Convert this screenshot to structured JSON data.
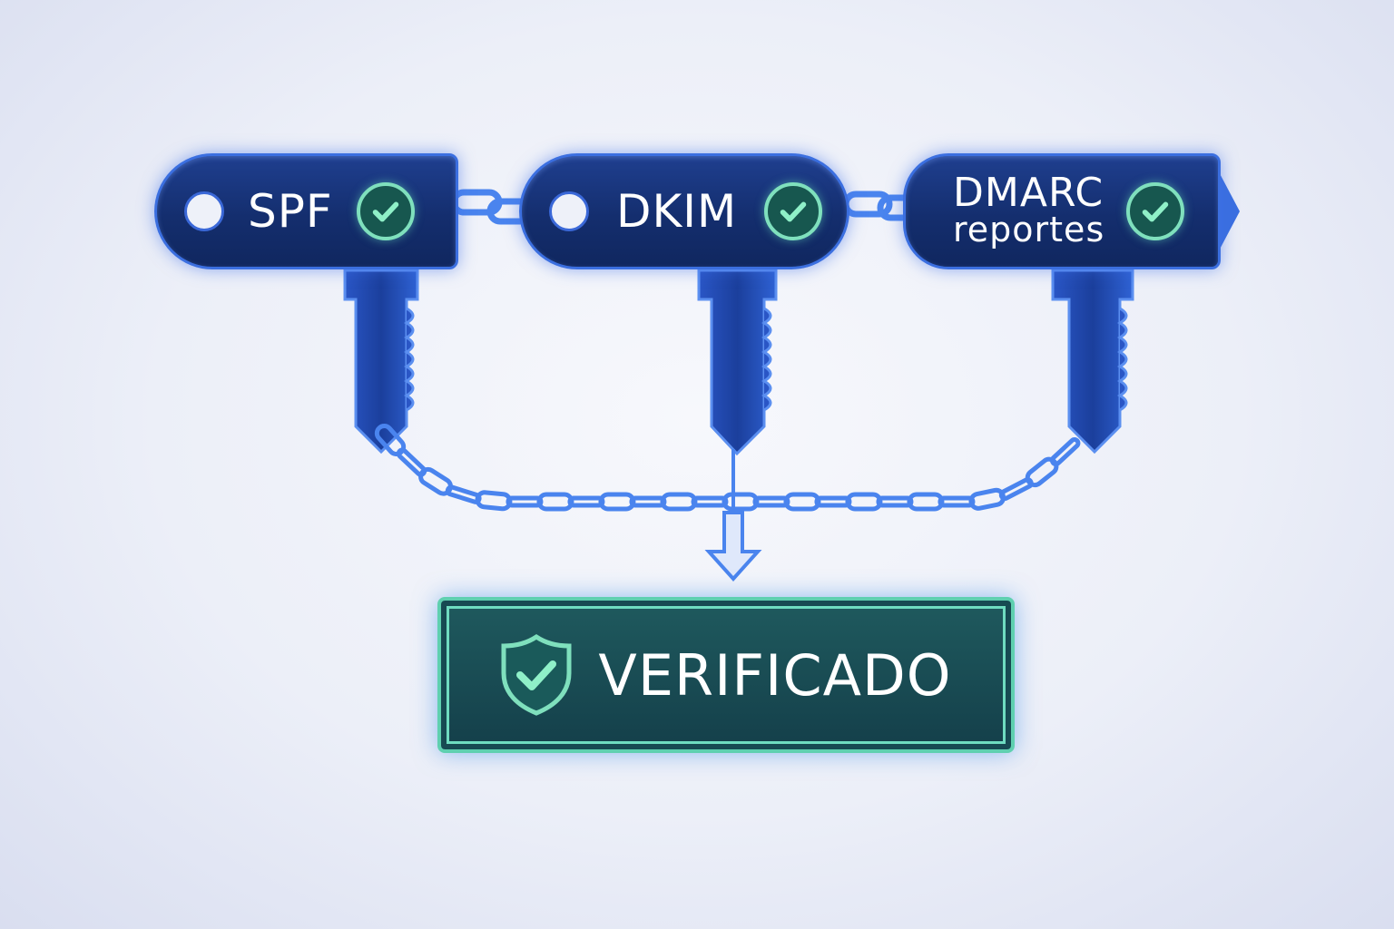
{
  "tags": [
    {
      "label": "SPF",
      "status_icon": "check-circle-icon"
    },
    {
      "label": "DKIM",
      "status_icon": "check-circle-icon"
    },
    {
      "label_line1": "DMARC",
      "label_line2": "reportes",
      "status_icon": "check-circle-icon"
    }
  ],
  "result": {
    "label": "VERIFICADO",
    "icon": "shield-check-icon"
  },
  "colors": {
    "tag_fill": "#142e6e",
    "tag_border": "#3b6fe0",
    "check_ring": "#7fe0bd",
    "result_fill": "#174a52",
    "result_border": "#5fd0b0",
    "chain": "#4a84ee"
  }
}
